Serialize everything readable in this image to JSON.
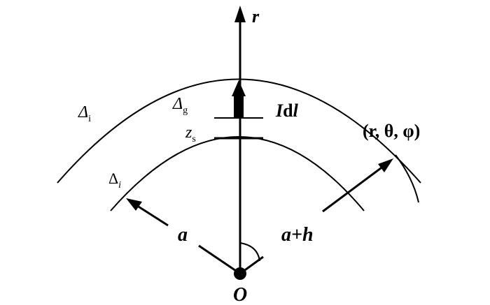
{
  "diagram": {
    "axis_label": "r",
    "outer_boundary_label": {
      "symbol": "Δ",
      "subscript": "i"
    },
    "inner_boundary_label": {
      "symbol": "Δ",
      "subscript": "i"
    },
    "gap_label": {
      "symbol": "Δ",
      "subscript": "g"
    },
    "source_height_label": {
      "symbol": "z",
      "subscript": "s"
    },
    "current_element_label": {
      "prefix": "I",
      "middle": "d",
      "suffix": "l"
    },
    "radius_label": "a",
    "outer_radius_label": "a+h",
    "observation_point_label": "(r, θ, φ)",
    "origin_label": "O"
  }
}
